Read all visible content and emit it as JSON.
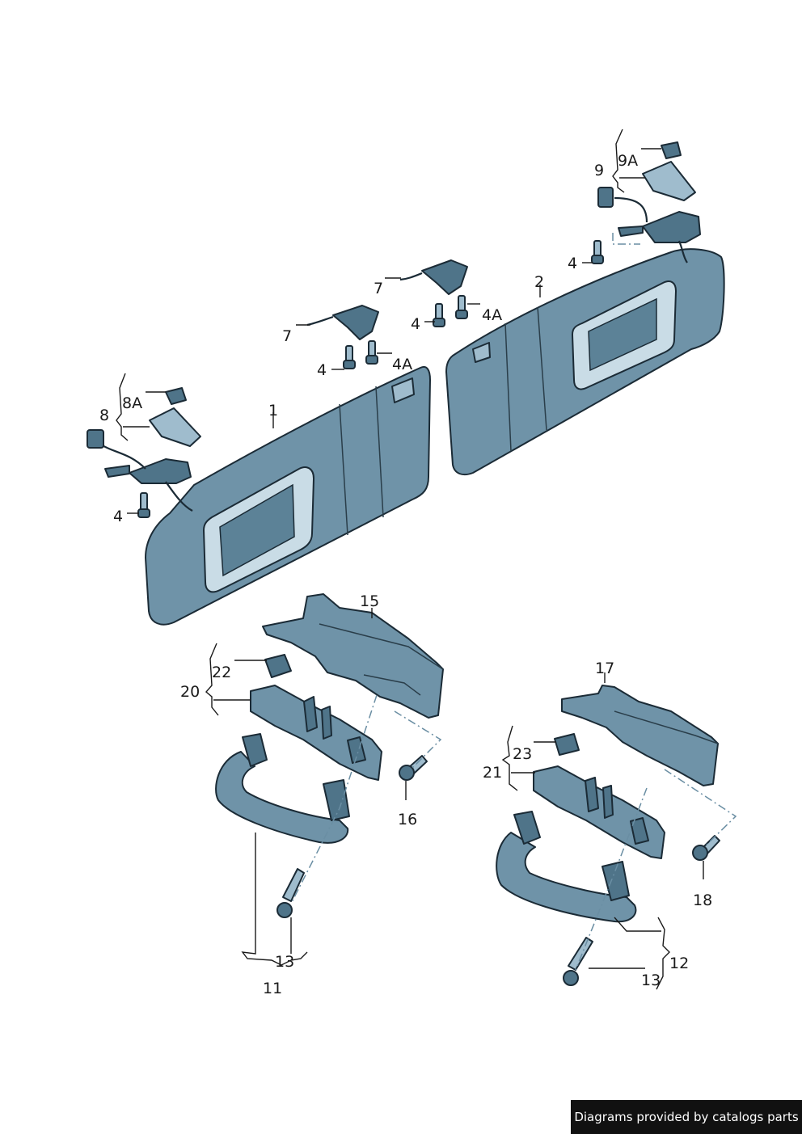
{
  "labels": {
    "l1": "1",
    "l2": "2",
    "l4a": "4",
    "l4b": "4",
    "l4c": "4",
    "l4d": "4",
    "l4A1": "4A",
    "l4A2": "4A",
    "l7a": "7",
    "l7b": "7",
    "l8": "8",
    "l8A": "8A",
    "l9": "9",
    "l9A": "9A",
    "l11": "11",
    "l12": "12",
    "l13a": "13",
    "l13b": "13",
    "l15": "15",
    "l16": "16",
    "l17": "17",
    "l18": "18",
    "l20": "20",
    "l21": "21",
    "l22": "22",
    "l23": "23"
  },
  "footer": {
    "text": "Diagrams provided by catalogs parts"
  },
  "colors": {
    "part": "#6f93a8",
    "outline": "#1b2b36",
    "footer_bg": "#111111"
  }
}
